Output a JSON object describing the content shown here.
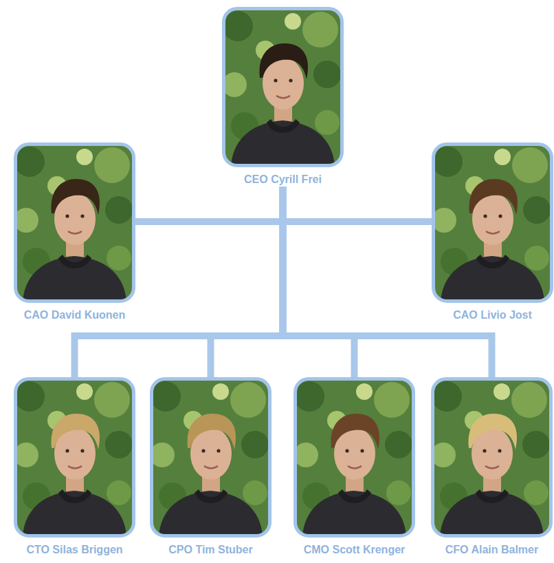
{
  "diagram": {
    "nodes": [
      {
        "text": [
          "CEO Cyrill Frei"
        ]
      },
      {
        "text": [
          "CAO David Kuonen"
        ]
      },
      {
        "text": [
          "CAO Livio Jost"
        ]
      },
      {
        "text": [
          "CTO Silas Briggen"
        ]
      },
      {
        "text": [
          "CPO Tim Stuber"
        ]
      },
      {
        "text": [
          "CMO Scott Krenger"
        ]
      },
      {
        "text": [
          "CFO Alain Balmer"
        ]
      }
    ],
    "edges": [
      {
        "from": 0,
        "to": 1,
        "arrow": "none"
      },
      {
        "from": 0,
        "to": 2,
        "arrow": "none"
      },
      {
        "from": 0,
        "to": 3,
        "arrow": "none"
      },
      {
        "from": 0,
        "to": 4,
        "arrow": "none"
      },
      {
        "from": 0,
        "to": 5,
        "arrow": "none"
      },
      {
        "from": 0,
        "to": 6,
        "arrow": "none"
      }
    ]
  }
}
